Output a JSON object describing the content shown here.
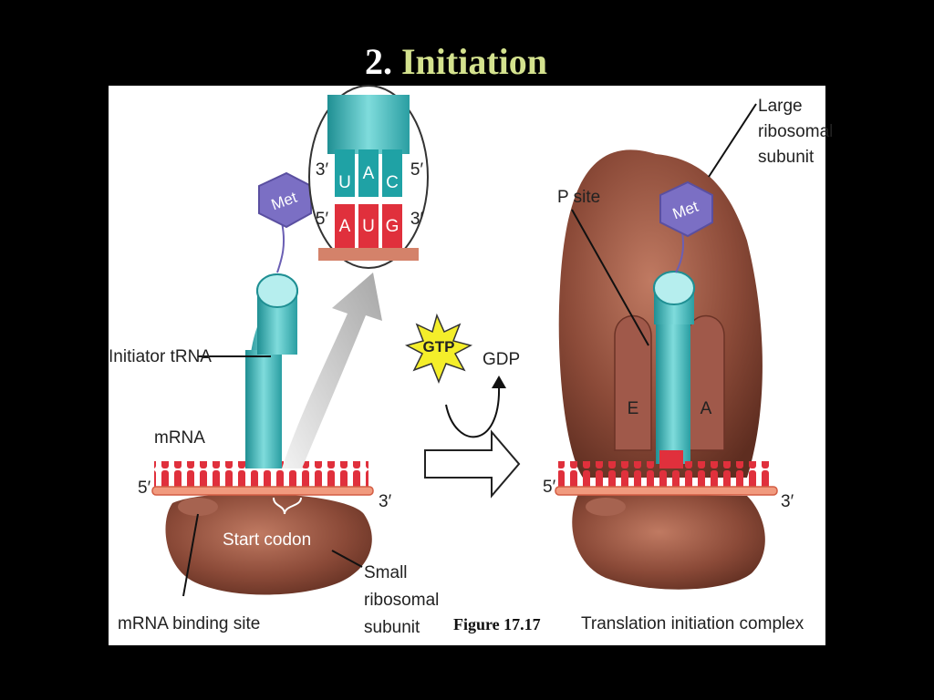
{
  "slide": {
    "title_number": "2.",
    "title_text": "Initiation",
    "accent_color": "#d4e28e"
  },
  "figure": {
    "left": {
      "initiator_trna": "Initiator tRNA",
      "mrna": "mRNA",
      "five_prime": "5′",
      "three_prime": "3′",
      "start_codon": "Start codon",
      "mrna_binding_site": "mRNA binding site",
      "small_subunit_line1": "Small",
      "small_subunit_line2": "ribosomal",
      "small_subunit_line3": "subunit",
      "met": "Met"
    },
    "inset": {
      "top_left": "3′",
      "top_right": "5′",
      "bottom_left": "5′",
      "bottom_right": "3′",
      "anticodon": [
        "U",
        "A",
        "C"
      ],
      "codon": [
        "A",
        "U",
        "G"
      ]
    },
    "middle": {
      "gtp": "GTP",
      "gdp": "GDP"
    },
    "right": {
      "large_subunit_line1": "Large",
      "large_subunit_line2": "ribosomal",
      "large_subunit_line3": "subunit",
      "p_site": "P site",
      "e_site": "E",
      "a_site": "A",
      "met": "Met",
      "five_prime": "5′",
      "three_prime": "3′",
      "complex_label": "Translation initiation complex"
    },
    "caption": "Figure 17.17"
  },
  "colors": {
    "ribosome": "#8b4a38",
    "trna": "#3fb6b8",
    "mrna_red": "#e0303c",
    "met": "#7b6fc4",
    "gtp": "#f4ee2a"
  }
}
